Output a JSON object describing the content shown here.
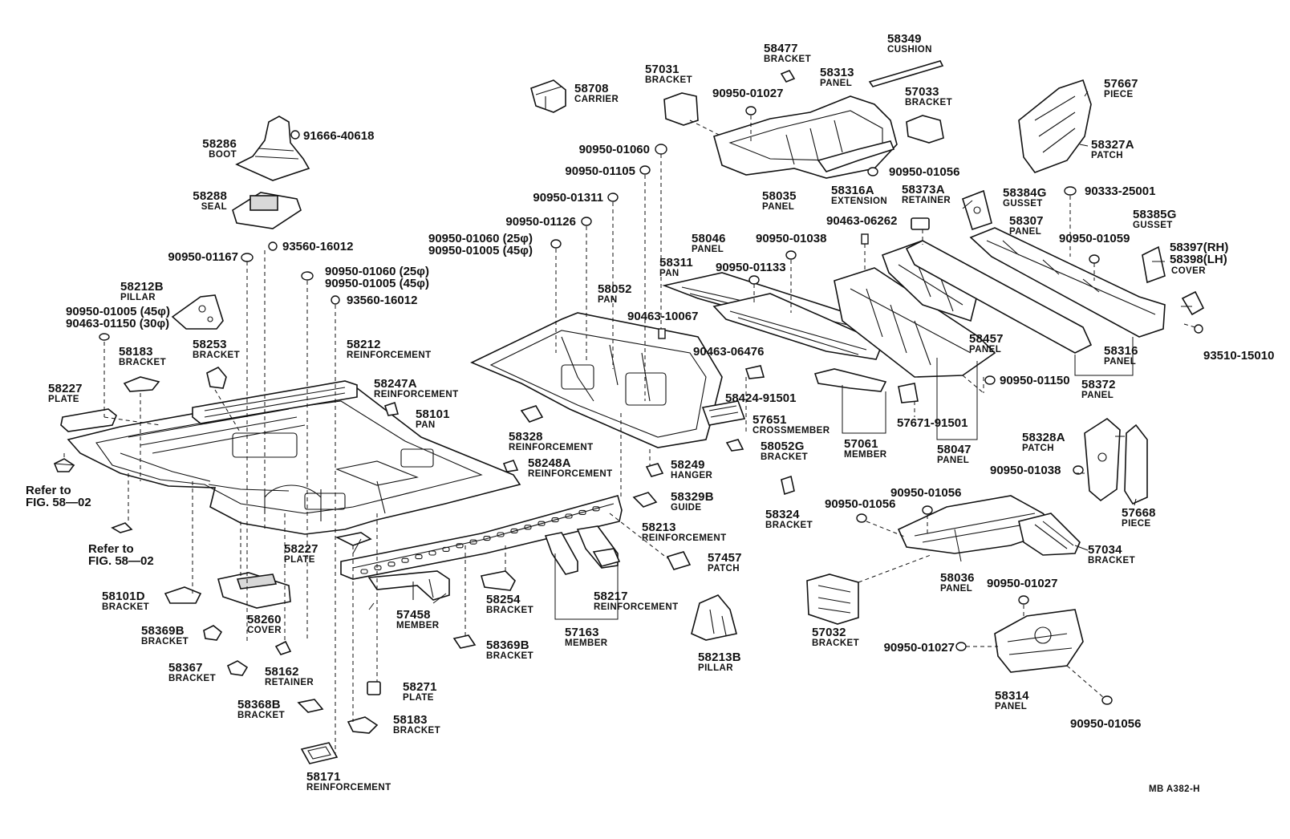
{
  "labels": [
    {
      "id": "p58708",
      "num": "58708",
      "name": "CARRIER"
    },
    {
      "id": "p91666",
      "num": "91666-40618",
      "name": ""
    },
    {
      "id": "p58286",
      "num": "58286",
      "name": "BOOT"
    },
    {
      "id": "p58288",
      "num": "58288",
      "name": "SEAL"
    },
    {
      "id": "p93560a",
      "num": "93560-16012",
      "name": ""
    },
    {
      "id": "p90950_01167",
      "num": "90950-01167",
      "name": ""
    },
    {
      "id": "p90950_01060a",
      "num": "90950-01060 (25φ)",
      "name": "90950-01005 (45φ)"
    },
    {
      "id": "p93560b",
      "num": "93560-16012",
      "name": ""
    },
    {
      "id": "p58212B",
      "num": "58212B",
      "name": "PILLAR"
    },
    {
      "id": "p90950_01005b",
      "num": "90950-01005 (45φ)",
      "name": "90463-01150 (30φ)"
    },
    {
      "id": "p58183a",
      "num": "58183",
      "name": "BRACKET"
    },
    {
      "id": "p58253",
      "num": "58253",
      "name": "BRACKET"
    },
    {
      "id": "p58212",
      "num": "58212",
      "name": "REINFORCEMENT"
    },
    {
      "id": "p58227a",
      "num": "58227",
      "name": "PLATE"
    },
    {
      "id": "p58247A",
      "num": "58247A",
      "name": "REINFORCEMENT"
    },
    {
      "id": "p58101",
      "num": "58101",
      "name": "PAN"
    },
    {
      "id": "pRefer1",
      "num": "Refer to",
      "name": "FIG. 58—02"
    },
    {
      "id": "pRefer2",
      "num": "Refer to",
      "name": "FIG. 58—02"
    },
    {
      "id": "p58248A",
      "num": "58248A",
      "name": "REINFORCEMENT"
    },
    {
      "id": "p58227b",
      "num": "58227",
      "name": "PLATE"
    },
    {
      "id": "p58101D",
      "num": "58101D",
      "name": "BRACKET"
    },
    {
      "id": "p58260",
      "num": "58260",
      "name": "COVER"
    },
    {
      "id": "p58369Ba",
      "num": "58369B",
      "name": "BRACKET"
    },
    {
      "id": "p58367",
      "num": "58367",
      "name": "BRACKET"
    },
    {
      "id": "p58162",
      "num": "58162",
      "name": "RETAINER"
    },
    {
      "id": "p58368B",
      "num": "58368B",
      "name": "BRACKET"
    },
    {
      "id": "p58171",
      "num": "58171",
      "name": "REINFORCEMENT"
    },
    {
      "id": "p57458",
      "num": "57458",
      "name": "MEMBER"
    },
    {
      "id": "p58271",
      "num": "58271",
      "name": "PLATE"
    },
    {
      "id": "p58183b",
      "num": "58183",
      "name": "BRACKET"
    },
    {
      "id": "p58254",
      "num": "58254",
      "name": "BRACKET"
    },
    {
      "id": "p58369Bb",
      "num": "58369B",
      "name": "BRACKET"
    },
    {
      "id": "p57163",
      "num": "57163",
      "name": "MEMBER"
    },
    {
      "id": "p58217",
      "num": "58217",
      "name": "REINFORCEMENT"
    },
    {
      "id": "p58213",
      "num": "58213",
      "name": "REINFORCEMENT"
    },
    {
      "id": "p57457",
      "num": "57457",
      "name": "PATCH"
    },
    {
      "id": "p58213B",
      "num": "58213B",
      "name": "PILLAR"
    },
    {
      "id": "p58328",
      "num": "58328",
      "name": "REINFORCEMENT"
    },
    {
      "id": "p58249",
      "num": "58249",
      "name": "HANGER"
    },
    {
      "id": "p58329B",
      "num": "58329B",
      "name": "GUIDE"
    },
    {
      "id": "p90950_01060c",
      "num": "90950-01060",
      "name": ""
    },
    {
      "id": "p90950_01105",
      "num": "90950-01105",
      "name": ""
    },
    {
      "id": "p90950_01311",
      "num": "90950-01311",
      "name": ""
    },
    {
      "id": "p90950_01126",
      "num": "90950-01126",
      "name": ""
    },
    {
      "id": "p90950_01060d",
      "num": "90950-01060 (25φ)",
      "name": "90950-01005 (45φ)"
    },
    {
      "id": "p58052",
      "num": "58052",
      "name": "PAN"
    },
    {
      "id": "p90463_10067",
      "num": "90463-10067",
      "name": ""
    },
    {
      "id": "p90463_06476",
      "num": "90463-06476",
      "name": ""
    },
    {
      "id": "p58424",
      "num": "58424-91501",
      "name": ""
    },
    {
      "id": "p57651",
      "num": "57651",
      "name": "CROSSMEMBER"
    },
    {
      "id": "p58052G",
      "num": "58052G",
      "name": "BRACKET"
    },
    {
      "id": "p58324",
      "num": "58324",
      "name": "BRACKET"
    },
    {
      "id": "p57031",
      "num": "57031",
      "name": "BRACKET"
    },
    {
      "id": "p58477",
      "num": "58477",
      "name": "BRACKET"
    },
    {
      "id": "p90950_01027a",
      "num": "90950-01027",
      "name": ""
    },
    {
      "id": "p58313",
      "num": "58313",
      "name": "PANEL"
    },
    {
      "id": "p58349",
      "num": "58349",
      "name": "CUSHION"
    },
    {
      "id": "p57033",
      "num": "57033",
      "name": "BRACKET"
    },
    {
      "id": "p58035",
      "num": "58035",
      "name": "PANEL"
    },
    {
      "id": "p58316A",
      "num": "58316A",
      "name": "EXTENSION"
    },
    {
      "id": "p90950_01056a",
      "num": "90950-01056",
      "name": ""
    },
    {
      "id": "p57667",
      "num": "57667",
      "name": "PIECE"
    },
    {
      "id": "p58327A",
      "num": "58327A",
      "name": "PATCH"
    },
    {
      "id": "p90333",
      "num": "90333-25001",
      "name": ""
    },
    {
      "id": "p58373A",
      "num": "58373A",
      "name": "RETAINER"
    },
    {
      "id": "p58384G",
      "num": "58384G",
      "name": "GUSSET"
    },
    {
      "id": "p90463_06262",
      "num": "90463-06262",
      "name": ""
    },
    {
      "id": "p58307",
      "num": "58307",
      "name": "PANEL"
    },
    {
      "id": "p58385G",
      "num": "58385G",
      "name": "GUSSET"
    },
    {
      "id": "p58046",
      "num": "58046",
      "name": "PANEL"
    },
    {
      "id": "p90950_01038a",
      "num": "90950-01038",
      "name": ""
    },
    {
      "id": "p90950_01059",
      "num": "90950-01059",
      "name": ""
    },
    {
      "id": "p58397",
      "num": "58397(RH)",
      "name": "58398(LH)"
    },
    {
      "id": "p58397b",
      "num": "COVER",
      "name": ""
    },
    {
      "id": "p58311",
      "num": "58311",
      "name": "PAN"
    },
    {
      "id": "p90950_01133",
      "num": "90950-01133",
      "name": ""
    },
    {
      "id": "p58457",
      "num": "58457",
      "name": "PANEL"
    },
    {
      "id": "p58316",
      "num": "58316",
      "name": "PANEL"
    },
    {
      "id": "p93510",
      "num": "93510-15010",
      "name": ""
    },
    {
      "id": "p58372",
      "num": "58372",
      "name": "PANEL"
    },
    {
      "id": "p90950_01150",
      "num": "90950-01150",
      "name": ""
    },
    {
      "id": "p57061",
      "num": "57061",
      "name": "MEMBER"
    },
    {
      "id": "p57671",
      "num": "57671-91501",
      "name": ""
    },
    {
      "id": "p58047",
      "num": "58047",
      "name": "PANEL"
    },
    {
      "id": "p58328A",
      "num": "58328A",
      "name": "PATCH"
    },
    {
      "id": "p90950_01038b",
      "num": "90950-01038",
      "name": ""
    },
    {
      "id": "p57668",
      "num": "57668",
      "name": "PIECE"
    },
    {
      "id": "p90950_01056b",
      "num": "90950-01056",
      "name": ""
    },
    {
      "id": "p90950_01056c",
      "num": "90950-01056",
      "name": ""
    },
    {
      "id": "p57034",
      "num": "57034",
      "name": "BRACKET"
    },
    {
      "id": "p58036",
      "num": "58036",
      "name": "PANEL"
    },
    {
      "id": "p90950_01027b",
      "num": "90950-01027",
      "name": ""
    },
    {
      "id": "p57032",
      "num": "57032",
      "name": "BRACKET"
    },
    {
      "id": "p90950_01027c",
      "num": "90950-01027",
      "name": ""
    },
    {
      "id": "p58314",
      "num": "58314",
      "name": "PANEL"
    },
    {
      "id": "p90950_01056d",
      "num": "90950-01056",
      "name": ""
    },
    {
      "id": "pcode",
      "num": "MB A382-H",
      "name": ""
    }
  ]
}
